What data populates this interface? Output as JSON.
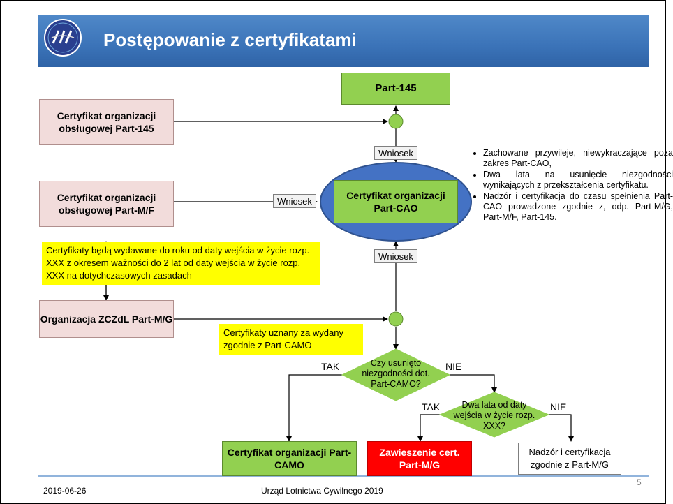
{
  "title": "Postępowanie z certyfikatami",
  "boxes": {
    "part145_top": "Part-145",
    "cert145": "Certyfikat organizacji obsługowej Part-145",
    "certMF": "Certyfikat organizacji obsługowej Part-M/F",
    "zczdl": "Organizacja ZCZdL Part-M/G",
    "cao": "Certyfikat organizacji Part-CAO",
    "camo": "Certyfikat organizacji Part-CAMO",
    "suspend": "Zawieszenie cert. Part-M/G",
    "supervision": "Nadzór i certyfikacja zgodnie z Part-M/G"
  },
  "labels": {
    "wniosek1": "Wniosek",
    "wniosek2": "Wniosek",
    "wniosek3": "Wniosek"
  },
  "notes": {
    "yellow1": "Certyfikaty będą wydawane do roku od daty wejścia w życie rozp. XXX z okresem ważności do 2 lat od daty wejścia w życie rozp. XXX na dotychczasowych zasadach",
    "yellow2": "Certyfikaty uznany za wydany zgodnie z Part-CAMO"
  },
  "decisions": {
    "d1": "Czy usunięto niezgodności dot. Part-CAMO?",
    "d2": "Dwa lata od daty wejścia w życie rozp. XXX?",
    "tak1": "TAK",
    "nie1": "NIE",
    "tak2": "TAK",
    "nie2": "NIE"
  },
  "bullets": [
    "Zachowane przywileje, niewykraczające poza zakres Part-CAO,",
    "Dwa lata na usunięcie niezgodności wynikających z przekształcenia certyfikatu.",
    "Nadzór i certyfikacja do czasu spełnienia Part-CAO prowadzone zgodnie z, odp. Part-M/G, Part-M/F, Part-145."
  ],
  "footer": {
    "date": "2019-06-26",
    "org": "Urząd Lotnictwa Cywilnego 2019",
    "page": "5"
  },
  "colors": {
    "title_bar": "#3b73b8",
    "green": "#92d050",
    "pink": "#f2dcdb",
    "ellipse": "#4472c4",
    "yellow": "#ffff00",
    "red": "#ff0000"
  }
}
